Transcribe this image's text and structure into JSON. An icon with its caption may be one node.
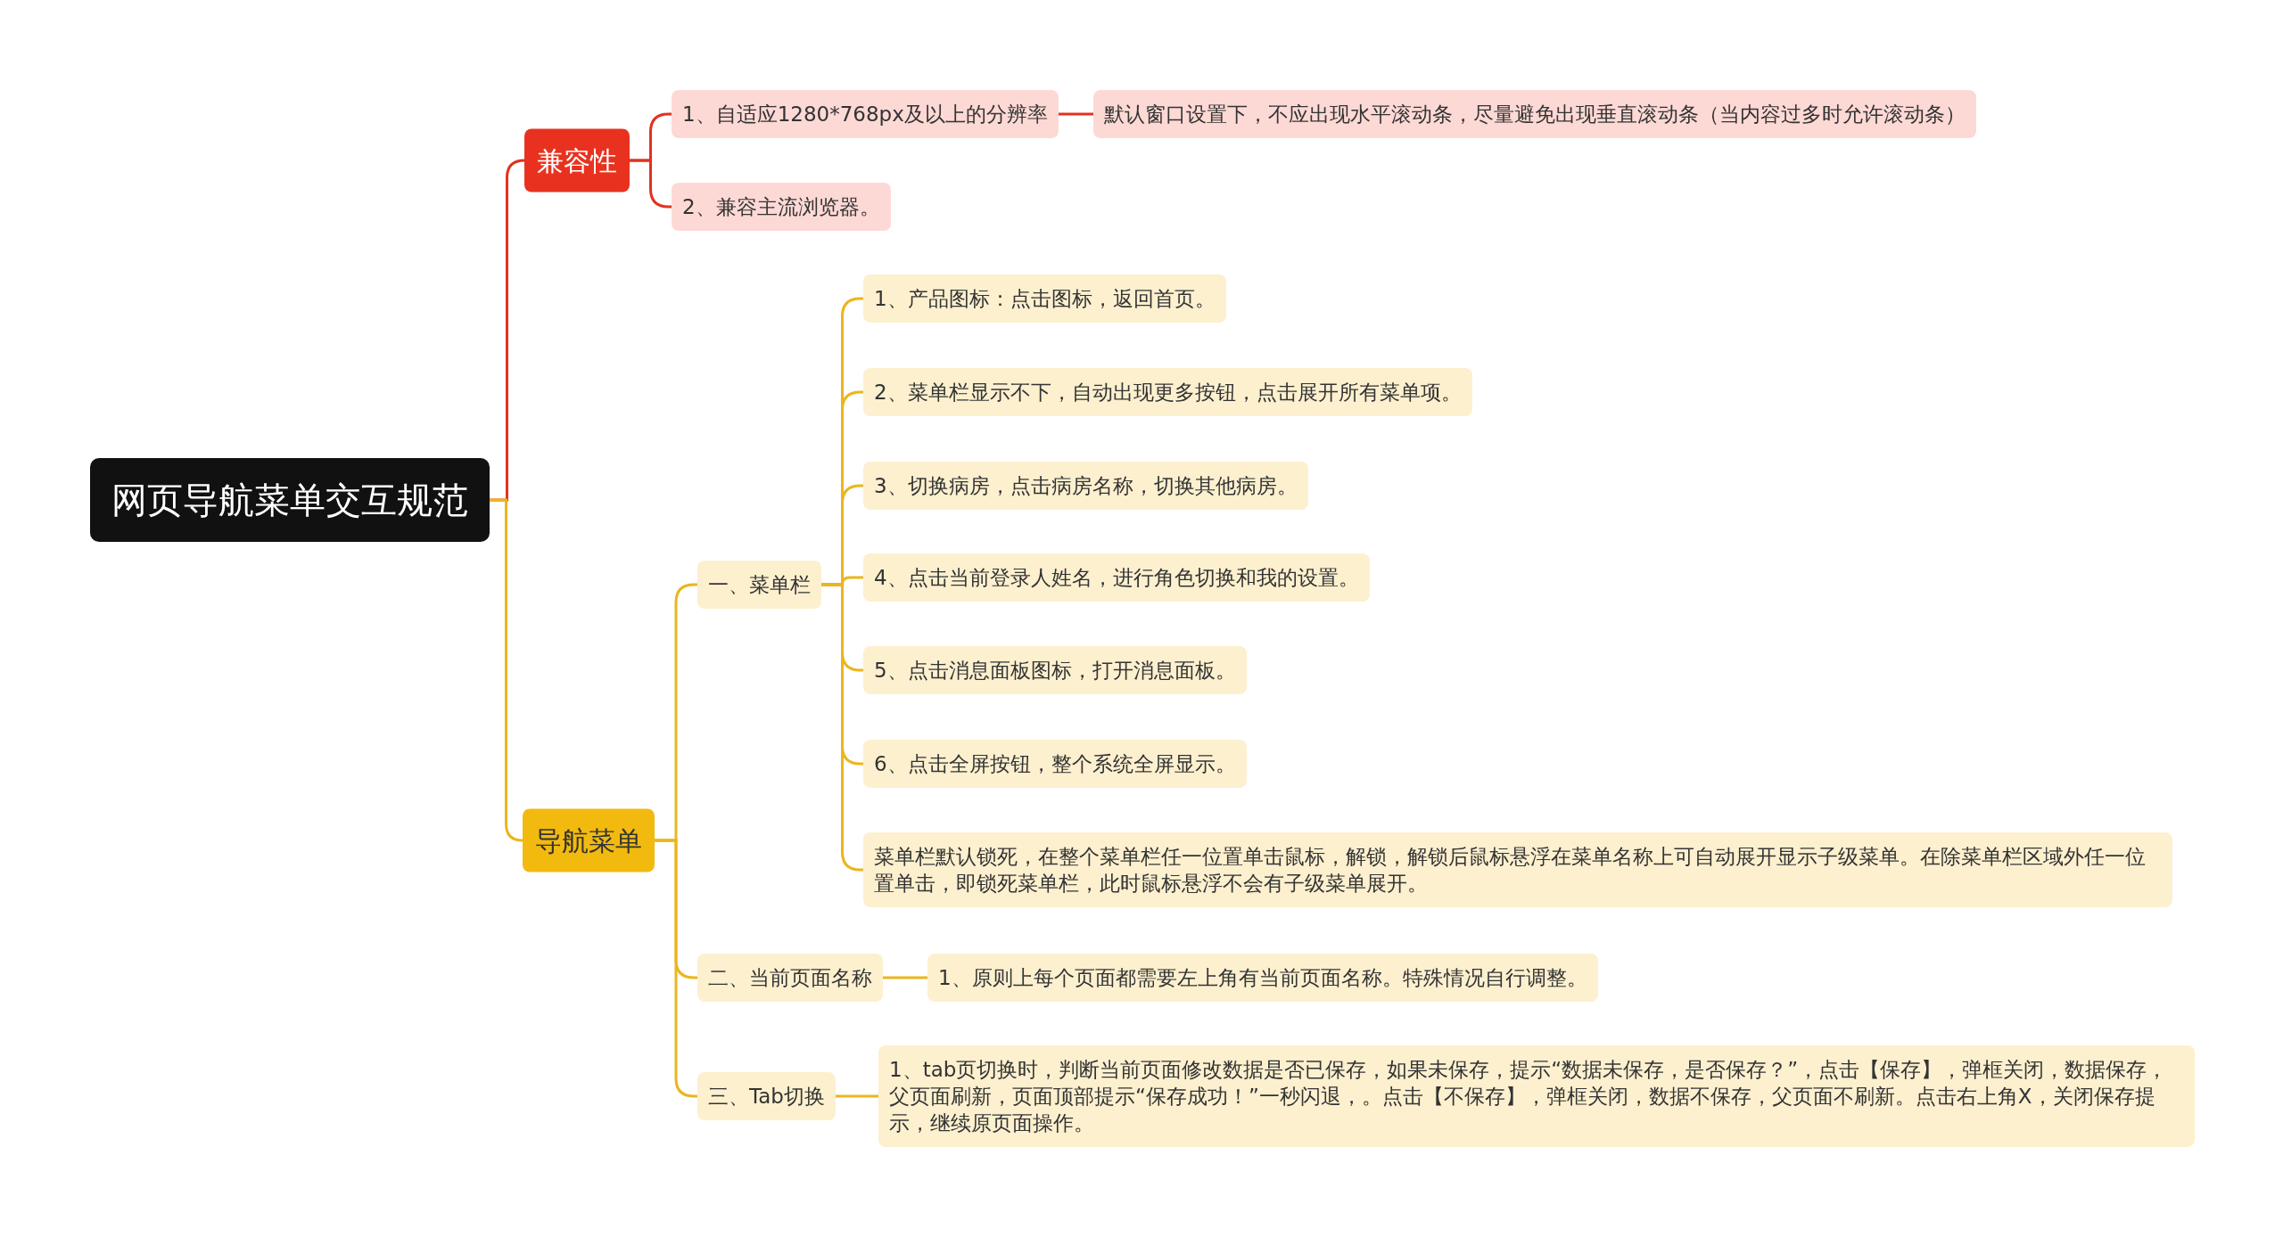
{
  "diagram": {
    "nodes": [
      {
        "text": [
          "网页导航菜单交互规范"
        ]
      },
      {
        "text": [
          "兼容性"
        ]
      },
      {
        "text": [
          "1、自适应1280*768px及以上的分辨率"
        ]
      },
      {
        "text": [
          "默认窗口设置下，不应出现水平滚动条，尽量避免出现垂直滚动条（当内容过多时允许滚动条）"
        ]
      },
      {
        "text": [
          "2、兼容主流浏览器。"
        ]
      },
      {
        "text": [
          "导航菜单"
        ]
      },
      {
        "text": [
          "一、菜单栏"
        ]
      },
      {
        "text": [
          "1、产品图标：点击图标，返回首页。"
        ]
      },
      {
        "text": [
          "2、菜单栏显示不下，自动出现更多按钮，点击展开所有菜单项。"
        ]
      },
      {
        "text": [
          "3、切换病房，点击病房名称，切换其他病房。"
        ]
      },
      {
        "text": [
          "4、点击当前登录人姓名，进行角色切换和我的设置。"
        ]
      },
      {
        "text": [
          "5、点击消息面板图标，打开消息面板。"
        ]
      },
      {
        "text": [
          "6、点击全屏按钮，整个系统全屏显示。"
        ]
      },
      {
        "text": [
          "菜单栏默认锁死，在整个菜单栏任一位置单击鼠标，解锁，解锁后鼠标悬浮在菜单名称上可自动展开显示子级菜单。在除菜单栏区域外任一位置单击，即锁死菜单栏，此时鼠标悬浮不会有子级菜单展开。"
        ]
      },
      {
        "text": [
          "二、当前页面名称"
        ]
      },
      {
        "text": [
          "1、原则上每个页面都需要左上角有当前页面名称。特殊情况自行调整。"
        ]
      },
      {
        "text": [
          "三、Tab切换"
        ]
      },
      {
        "text": [
          "1、tab页切换时，判断当前页面修改数据是否已保存，如果未保存，提示“数据未保存，是否保存？”，点击【保存】，弹框关闭，数据保存，父页面刷新，页面顶部提示“保存成功！”一秒闪退，。点击【不保存】，弹框关闭，数据不保存，父页面不刷新。点击右上角X，关闭保存提示，继续原页面操作。"
        ]
      }
    ],
    "edges": [
      {
        "from": 0,
        "to": 1,
        "arrow": "none",
        "color": "#e2321f"
      },
      {
        "from": 1,
        "to": 2,
        "arrow": "none",
        "color": "#e2321f"
      },
      {
        "from": 2,
        "to": 3,
        "arrow": "none",
        "color": "#e2321f"
      },
      {
        "from": 1,
        "to": 4,
        "arrow": "none",
        "color": "#e2321f"
      },
      {
        "from": 0,
        "to": 5,
        "arrow": "none"
      },
      {
        "from": 5,
        "to": 6,
        "arrow": "none"
      },
      {
        "from": 6,
        "to": 7,
        "arrow": "none"
      },
      {
        "from": 6,
        "to": 8,
        "arrow": "none"
      },
      {
        "from": 6,
        "to": 9,
        "arrow": "none"
      },
      {
        "from": 6,
        "to": 10,
        "arrow": "none"
      },
      {
        "from": 6,
        "to": 11,
        "arrow": "none"
      },
      {
        "from": 6,
        "to": 12,
        "arrow": "none"
      },
      {
        "from": 6,
        "to": 13,
        "arrow": "none"
      },
      {
        "from": 5,
        "to": 14,
        "arrow": "none"
      },
      {
        "from": 14,
        "to": 15,
        "arrow": "none"
      },
      {
        "from": 5,
        "to": 16,
        "arrow": "none"
      },
      {
        "from": 16,
        "to": 17,
        "arrow": "none"
      }
    ]
  }
}
